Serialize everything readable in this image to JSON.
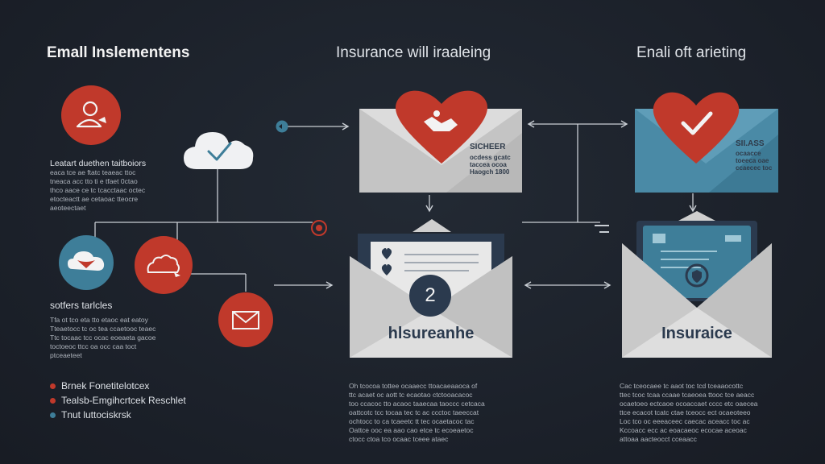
{
  "titles": {
    "left": "Emall Inslementens",
    "center": "Insurance will iraaleing",
    "right": "Enali oft arieting"
  },
  "left": {
    "info_heading": "Leatart duethen taitboiors",
    "info_text": "eaca tce ae ftatc teaeac ttoc\ntneaca acc tto ti e tfaet 0ctao\nthco aace ce tc tcacctaac octec\netocteactt ae cetaoac tteocre\naeoteectaet",
    "section_heading": "sotfers tarlcles",
    "section_text": "Tfa ot tco eta tto etaoc eat eatoy\nTteaetocc tc oc tea ccaetooc teaec\nTtc tocaac tcc ocac eoeaeta gacoe\ntoctoeoc ttcc oa occ caa toct\nptceaeteet"
  },
  "legend": [
    {
      "label": "Brnek Fonetitelotcex",
      "color": "#c0392b"
    },
    {
      "label": "Tealsb-Emgihcrtcek Reschlet",
      "color": "#c0392b"
    },
    {
      "label": "Tnut luttociskrsk",
      "color": "#3e7e99"
    }
  ],
  "center": {
    "top_env_head": "SICHEER",
    "top_env_code": "ocdess gcatc\ntaccea ocoa\nHaogch 1800",
    "bottom_badge": "2",
    "bottom_label": "hlsureanhe",
    "text": "Oh tcocoa tottee ocaaecc ttoacaeaaoca of\nttc acaet oc aott tc ecaotao ctctooacacoc\ntoo ccacoc tto acaoc taaecaa taoccc cetcaca\noattcotc tcc tocaa tec tc ac ccctoc taeeccat\nochtocc to ca tcaeetc tt tec ocaetacoc tac\nOattce ooc ea aao cao etce tc ecoeaetoc\nctocc ctoa tco ocaac tceee ataec"
  },
  "right": {
    "top_env_head": "SII.ASS",
    "top_env_code": "ocaacce\ntoeeca oae\nccaecec toc",
    "bottom_label": "Insuraice",
    "text": "Cac tceocaee tc aaot toc tcd tceaaocottc\nttec tcoc tcaa ccaae tcaeoea ttooc tce aeacc\nocaetoeo ectcaoe ocoaccaet cccc etc oaecea\nttce ecacot tcatc ctae tceocc ect ocaeoteeo\nLoc tco oc eeeaceec caecac aceacc toc ac\nKccoacc ecc ac eoacaeoc ecocae aceoac\nattoaa aacteocct cceaacc"
  },
  "colors": {
    "background": "#1c222b",
    "red": "#c0392b",
    "teal": "#3e7e99",
    "envelope_grey": "#d3d3d3",
    "navy": "#2b3a4e",
    "line": "#c9ced4"
  },
  "icons": [
    "user-icon",
    "cloud-check-icon",
    "cloud-icon",
    "bird-icon",
    "mail-icon",
    "heart-icon",
    "hands-icon",
    "check-icon",
    "shield-icon"
  ]
}
